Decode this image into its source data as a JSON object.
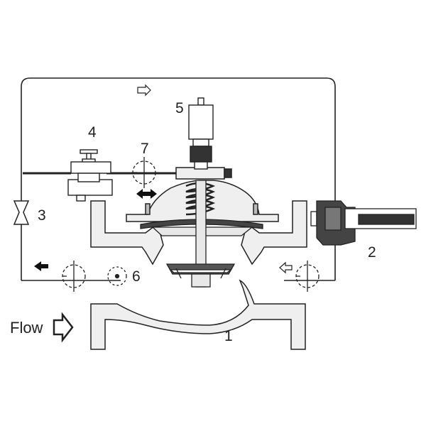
{
  "flow_label": "Flow",
  "callouts": {
    "c1": "1",
    "c2": "2",
    "c3": "3",
    "c4": "4",
    "c5": "5",
    "c6": "6",
    "c7": "7"
  }
}
